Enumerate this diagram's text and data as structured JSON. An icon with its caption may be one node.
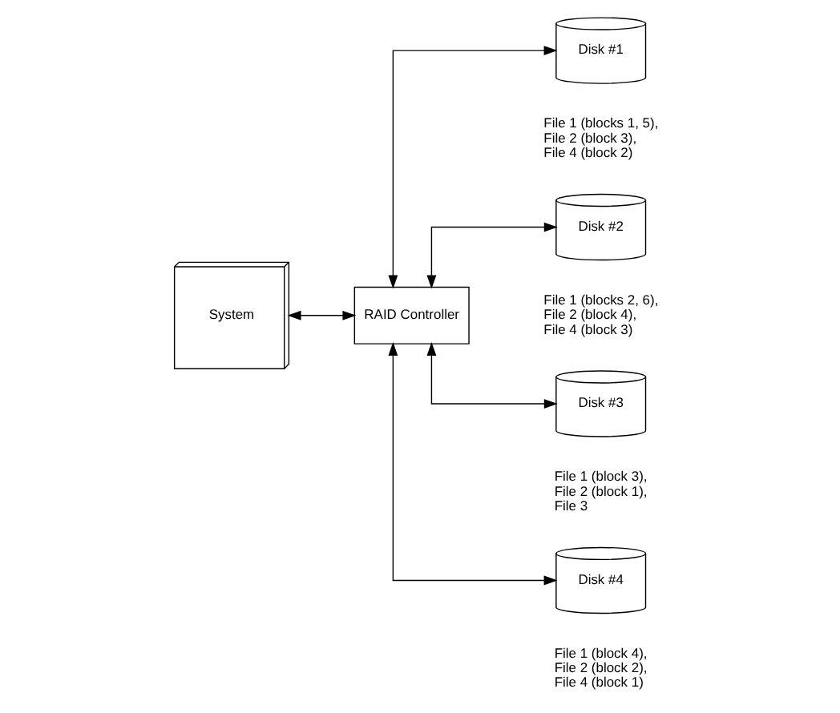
{
  "diagram": {
    "nodes": [
      {
        "text": [
          "System"
        ]
      },
      {
        "text": [
          "RAID Controller"
        ]
      },
      {
        "text": [
          "Disk #1"
        ],
        "beside": [
          "File 1 (blocks 1, 5), File 2 (block 3), File 4 (block 2)"
        ]
      },
      {
        "text": [
          "Disk #2"
        ],
        "beside": [
          "File 1 (blocks 2, 6), File 2 (block 4), File 4 (block 3)"
        ]
      },
      {
        "text": [
          "Disk #3"
        ],
        "beside": [
          "File 1 (block 3), File 2 (block 1), File 3"
        ]
      },
      {
        "text": [
          "Disk #4"
        ],
        "beside": [
          "File 1 (block 4), File 2 (block 2), File 4 (block 1)"
        ]
      }
    ],
    "edges": [
      {
        "from": 0,
        "to": 1,
        "arrow": "both"
      },
      {
        "from": 1,
        "to": 2,
        "arrow": "both"
      },
      {
        "from": 1,
        "to": 3,
        "arrow": "both"
      },
      {
        "from": 1,
        "to": 4,
        "arrow": "both"
      },
      {
        "from": 1,
        "to": 5,
        "arrow": "both"
      }
    ]
  }
}
